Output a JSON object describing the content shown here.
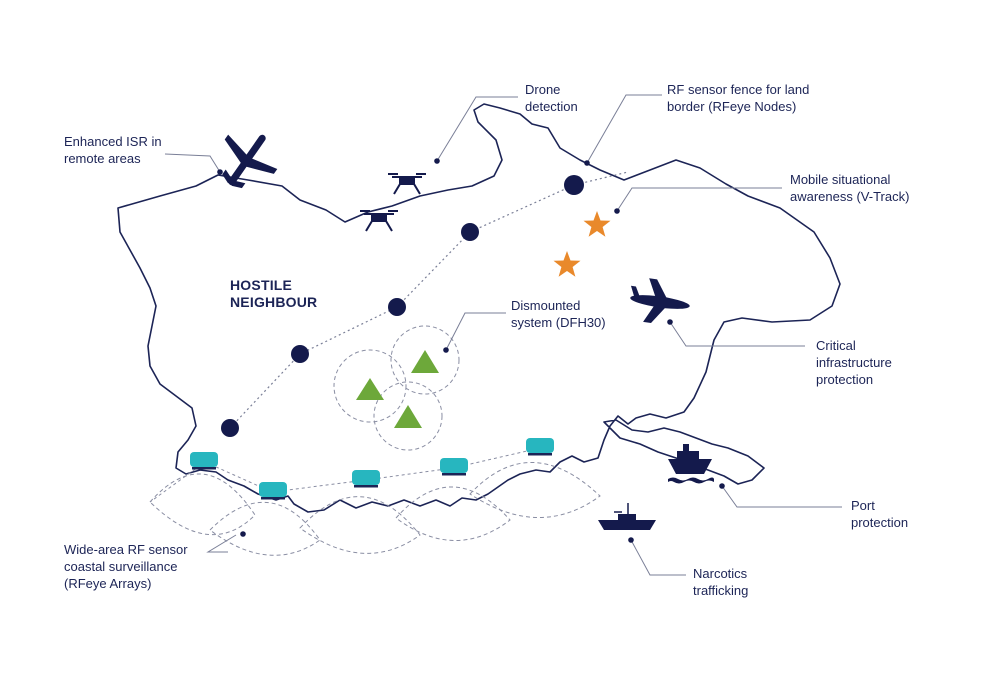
{
  "colors": {
    "navy": "#141a4c",
    "outline": "#1c2456",
    "leader": "#7a7f97",
    "orange": "#e9892b",
    "green": "#6da83a",
    "teal": "#27b6bf"
  },
  "region_label": [
    "HOSTILE",
    "NEIGHBOUR"
  ],
  "labels": {
    "isr": [
      "Enhanced ISR in",
      "remote areas"
    ],
    "drone": [
      "Drone",
      "detection"
    ],
    "fence": [
      "RF sensor fence for land",
      "border (RFeye Nodes)"
    ],
    "mobile": [
      "Mobile situational",
      "awareness (V-Track)"
    ],
    "dismounted": [
      "Dismounted",
      "system (DFH30)"
    ],
    "critical": [
      "Critical",
      "infrastructure",
      "protection"
    ],
    "port": [
      "Port",
      "protection"
    ],
    "narcotics": [
      "Narcotics",
      "trafficking"
    ],
    "coastal": [
      "Wide-area RF sensor",
      "coastal surveillance",
      "(RFeye Arrays)"
    ]
  },
  "icons": [
    "uav-icon",
    "quadcopter-icon",
    "airplane-icon",
    "cruise-ship-icon",
    "patrol-boat-icon",
    "star-marker-icon",
    "triangle-marker-icon",
    "rfeye-array-icon",
    "rfeye-node-icon"
  ]
}
